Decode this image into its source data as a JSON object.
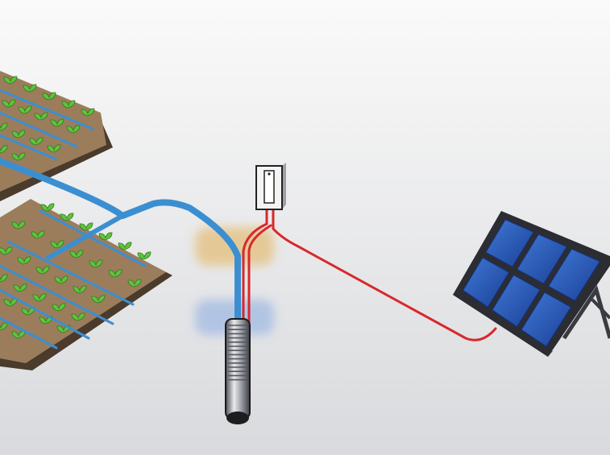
{
  "diagram": {
    "labels": [],
    "components": [
      {
        "id": "irrigated-field-upper",
        "icon": "crop-field-icon"
      },
      {
        "id": "irrigated-field-lower",
        "icon": "crop-field-icon"
      },
      {
        "id": "water-pipe",
        "icon": "pipe-icon"
      },
      {
        "id": "pump-controller",
        "icon": "controller-box-icon"
      },
      {
        "id": "power-cable",
        "icon": "cable-icon"
      },
      {
        "id": "submersible-pump",
        "icon": "pump-icon"
      },
      {
        "id": "solar-panel",
        "icon": "solar-panel-icon"
      }
    ]
  },
  "colors": {
    "background_top": "#fafafa",
    "background_bottom": "#d9dadd",
    "soil": "#9b7d5c",
    "soil_dark": "#4a3b2c",
    "plant": "#5fc33c",
    "pipe_blue": "#3b8fd1",
    "cable_red": "#d8282c",
    "panel_blue": "#1f4fa8",
    "panel_frame": "#2b2d33",
    "ground_ochre": "#e4c489",
    "water_blue_zone": "#a9bfe3"
  }
}
